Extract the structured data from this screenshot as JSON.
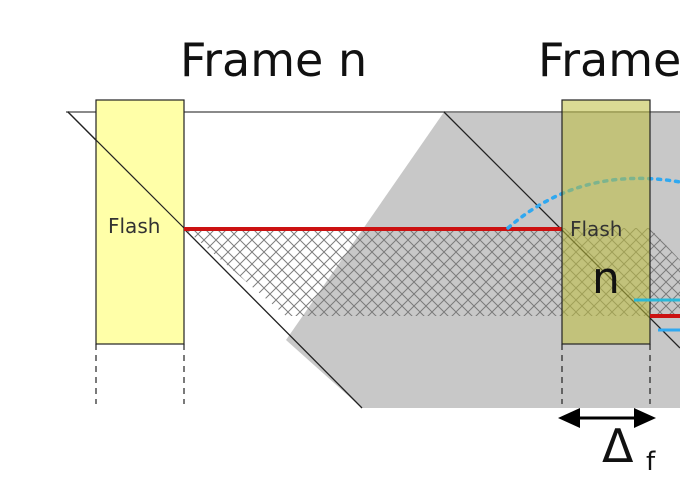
{
  "diagram": {
    "frame_titles": [
      "Frame n",
      "Frame"
    ],
    "flash_label": "Flash",
    "overlap_label": "n",
    "delta_symbol": "Δ",
    "delta_subscript": "f",
    "colors": {
      "flash_fill": "#ffffa8",
      "flash_overlay": "rgba(190,190,60,0.55)",
      "shutter_gray": "#c8c8c8",
      "red_line": "#cc1111",
      "blue_dotted": "#30a8f0",
      "cyan_line": "#2ab8d8",
      "hatch": "#777777",
      "frame_line": "#8a8a8a"
    }
  }
}
